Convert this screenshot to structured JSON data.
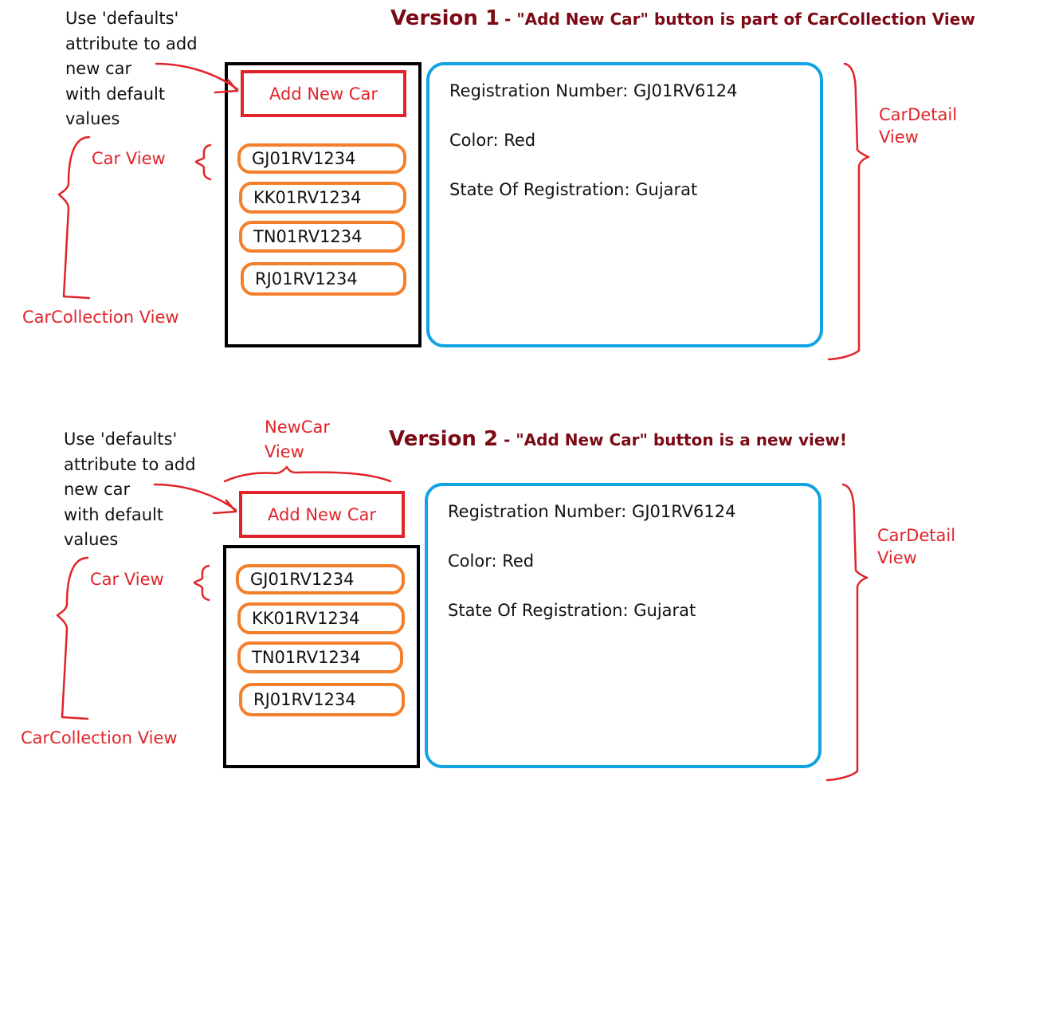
{
  "colors": {
    "annotation_red": "#e0242a",
    "title_maroon": "#7b0a14",
    "car_orange": "#f47f2b",
    "detail_blue": "#12a3e3"
  },
  "versions": [
    {
      "title": "Version 1",
      "subtitle": "- \"Add New Car\" button is part of CarCollection View",
      "note_lines": [
        "Use 'defaults'",
        "attribute to add",
        "new car",
        "with default",
        "values"
      ],
      "add_button_label": "Add New Car",
      "car_view_label": "Car View",
      "collection_label": "CarCollection View",
      "detail_label_lines": [
        "CarDetail",
        "View"
      ],
      "cars": [
        "GJ01RV1234",
        "KK01RV1234",
        "TN01RV1234",
        "RJ01RV1234"
      ],
      "detail": {
        "registration": "Registration Number: GJ01RV6124",
        "color": "Color: Red",
        "state": "State Of Registration: Gujarat"
      }
    },
    {
      "title": "Version 2",
      "subtitle": "- \"Add New Car\" button  is a new view!",
      "note_lines": [
        "Use 'defaults'",
        "attribute to add",
        "new car",
        "with default",
        "values"
      ],
      "newcar_label_lines": [
        "NewCar",
        "View"
      ],
      "add_button_label": "Add New Car",
      "car_view_label": "Car View",
      "collection_label": "CarCollection View",
      "detail_label_lines": [
        "CarDetail",
        "View"
      ],
      "cars": [
        "GJ01RV1234",
        "KK01RV1234",
        "TN01RV1234",
        "RJ01RV1234"
      ],
      "detail": {
        "registration": "Registration Number: GJ01RV6124",
        "color": "Color: Red",
        "state": "State Of Registration: Gujarat"
      }
    }
  ]
}
